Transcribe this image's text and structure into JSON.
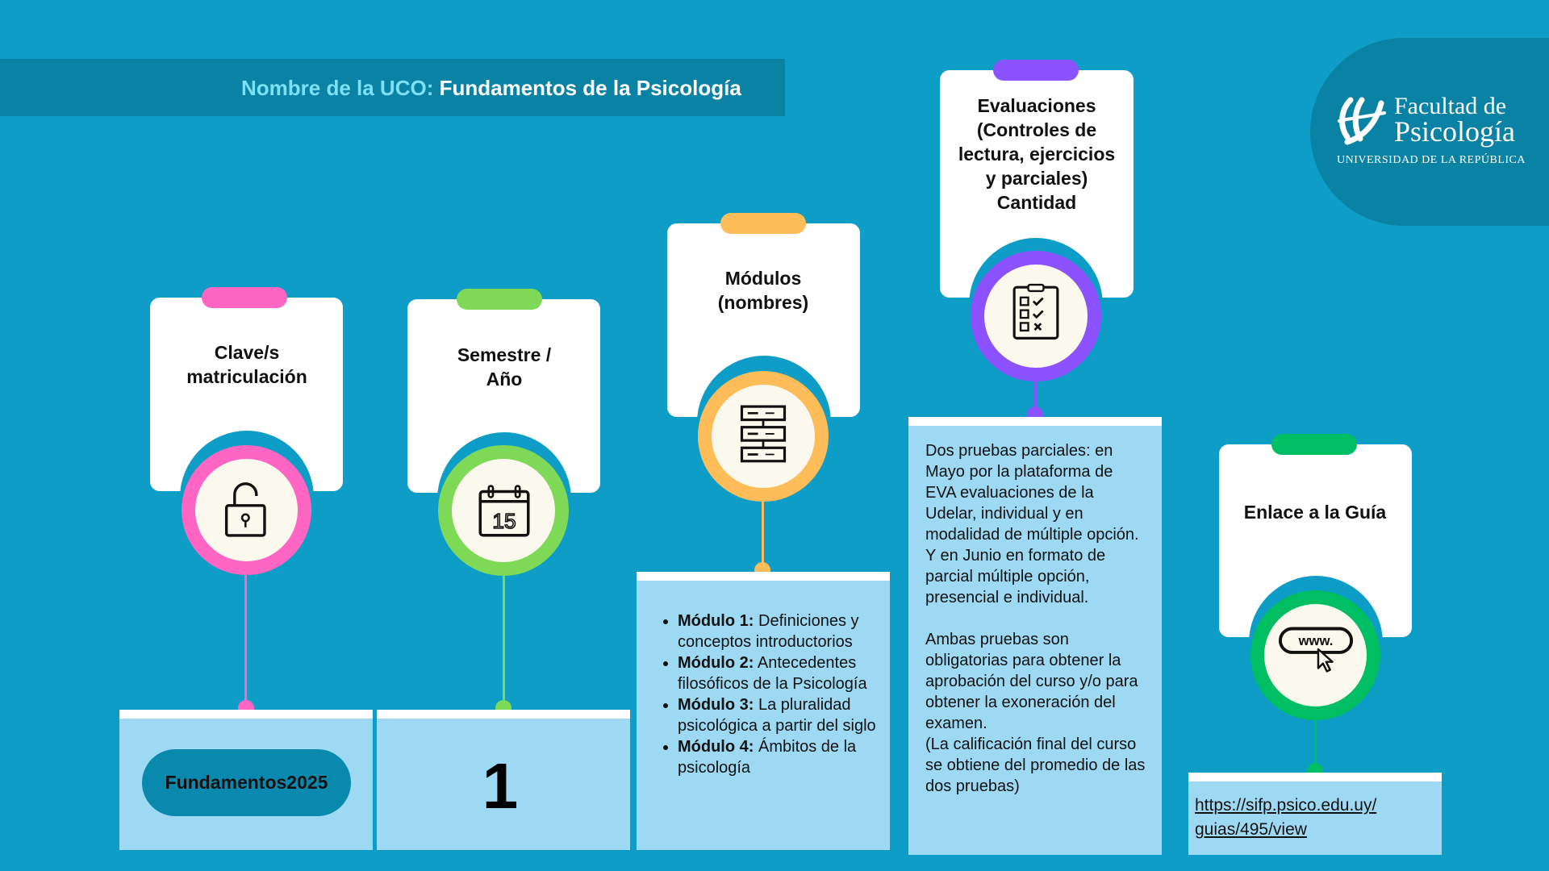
{
  "header": {
    "uco_label": "Nombre de la UCO:",
    "uco_value": "Fundamentos de la Psicología"
  },
  "logo": {
    "line1": "Facultad de",
    "line2": "Psicología",
    "subtitle": "UNIVERSIDAD DE LA REPÚBLICA"
  },
  "cards": {
    "clave": {
      "title": "Clave/s matriculación",
      "value": "Fundamentos2025",
      "accent": "#ff66c4",
      "icon": "padlock-icon"
    },
    "semestre": {
      "title": "Semestre / Año",
      "value": "1",
      "accent": "#7ed957",
      "icon": "calendar-icon"
    },
    "modulos": {
      "title": "Módulos (nombres)",
      "accent": "#ffbd59",
      "icon": "flowchart-icon",
      "items": [
        {
          "label": "Módulo 1:",
          "text": "Definiciones y conceptos introductorios"
        },
        {
          "label": "Módulo 2:",
          "text": "Antecedentes filosóficos de la Psicología"
        },
        {
          "label": "Módulo 3:",
          "text": "La pluralidad psicológica a partir del siglo"
        },
        {
          "label": "Módulo 4:",
          "text": "Ámbitos de la psicología"
        }
      ]
    },
    "evaluaciones": {
      "title": "Evaluaciones (Controles de lectura, ejercicios y parciales) Cantidad",
      "accent": "#8c52ff",
      "icon": "checklist-icon",
      "paragraph1": "Dos pruebas parciales: en Mayo por la plataforma de EVA evaluaciones de la Udelar, individual y en modalidad de múltiple opción. Y en Junio en formato de parcial múltiple opción, presencial e individual.",
      "paragraph2": "Ambas pruebas son obligatorias para obtener la aprobación del curso y/o para obtener la exoneración del examen.",
      "paragraph3": "(La calificación final del curso se obtiene del promedio de las dos pruebas)"
    },
    "guia": {
      "title": "Enlace a la Guía",
      "accent": "#00bf63",
      "icon": "www-cursor-icon",
      "link_line1": "https://sifp.psico.edu.uy/",
      "link_line2": "guias/495/view"
    }
  },
  "colors": {
    "background": "#0d9dc6",
    "band": "#0a82a3",
    "box": "#9dd9f3"
  }
}
